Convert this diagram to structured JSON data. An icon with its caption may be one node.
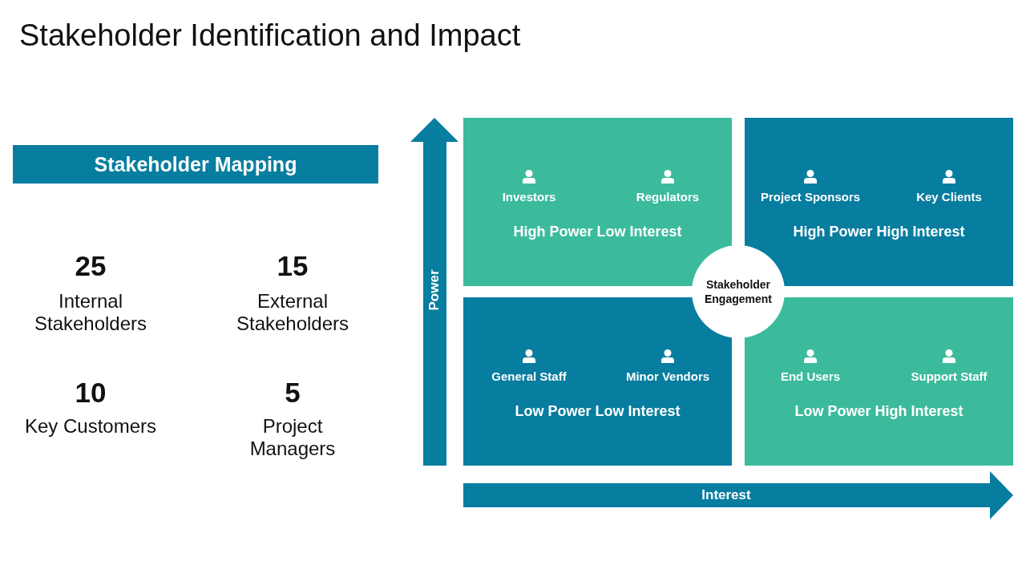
{
  "diagram": {
    "title": "Stakeholder Identification and Impact",
    "nodes": [
      {
        "text": [
          "Stakeholder Mapping"
        ]
      },
      {
        "text": [
          "Power"
        ]
      },
      {
        "text": [
          "Investors",
          "Regulators",
          "High Power Low Interest"
        ]
      },
      {
        "text": [
          "Project Sponsors",
          "Key Clients",
          "High Power High Interest"
        ]
      },
      {
        "text": [
          "Stakeholder Engagement"
        ]
      },
      {
        "text": [
          "General Staff",
          "Minor Vendors",
          "Low Power Low Interest"
        ]
      },
      {
        "text": [
          "End Users",
          "Support Staff",
          "Low Power High Interest"
        ]
      },
      {
        "text": [
          "Interest"
        ]
      }
    ],
    "labels": [
      "25",
      "Internal Stakeholders",
      "15",
      "External Stakeholders",
      "10",
      "Key Customers",
      "5",
      "Project Managers"
    ]
  }
}
